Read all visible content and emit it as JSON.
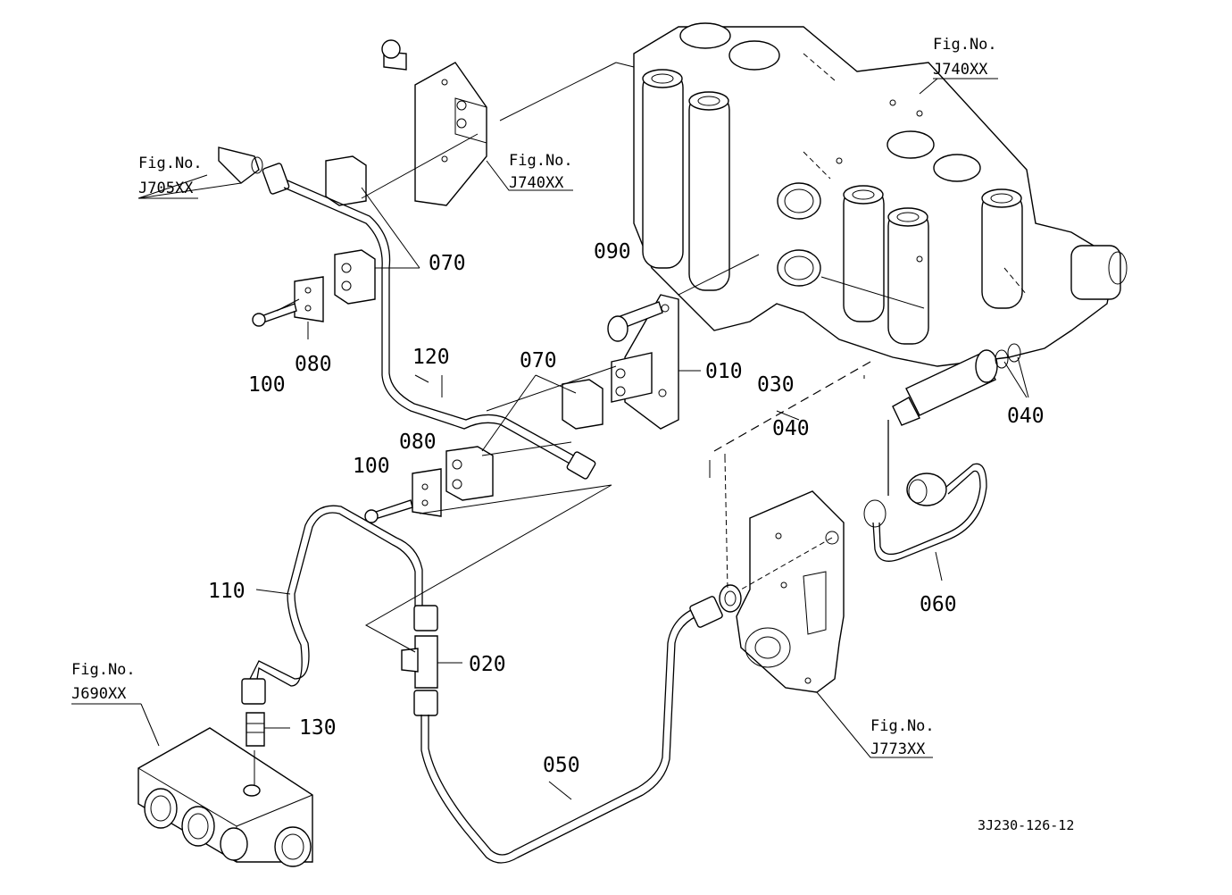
{
  "parts": {
    "p010": "010",
    "p020": "020",
    "p030": "030",
    "p040a": "040",
    "p040b": "040",
    "p050": "050",
    "p060": "060",
    "p070a": "070",
    "p070b": "070",
    "p080a": "080",
    "p080b": "080",
    "p090": "090",
    "p100a": "100",
    "p100b": "100",
    "p110": "110",
    "p120": "120",
    "p130": "130"
  },
  "figrefs": {
    "fig_label": "Fig.No.",
    "j705": "J705XX",
    "j740a": "J740XX",
    "j740b": "J740XX",
    "j690": "J690XX",
    "j773": "J773XX"
  },
  "drawing_code": "3J230-126-12"
}
